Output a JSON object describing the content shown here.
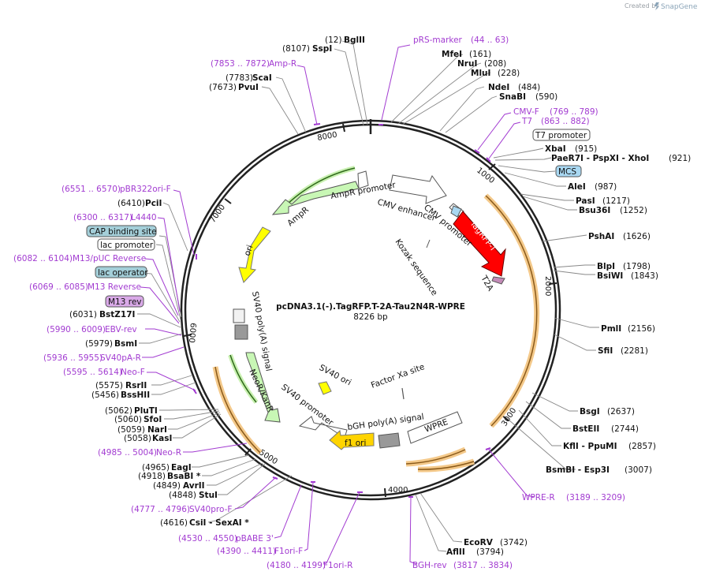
{
  "credit": {
    "prefix": "Created by",
    "brand": "SnapGene"
  },
  "plasmid": {
    "name": "pcDNA3.1(-).TagRFP.T-2A-Tau2N4R-WPRE",
    "size": "8226 bp"
  },
  "ticks": [
    "1000",
    "2000",
    "3000",
    "4000",
    "5000",
    "6000",
    "7000",
    "8000"
  ],
  "enzymes": [
    {
      "name": "BglII",
      "pos": "(12)"
    },
    {
      "name": "SspI",
      "pos": "(8107)"
    },
    {
      "name": "ScaI",
      "pos": "(7783)"
    },
    {
      "name": "PvuI",
      "pos": "(7673)"
    },
    {
      "name": "MfeI",
      "pos": "(161)"
    },
    {
      "name": "NruI",
      "pos": "(208)"
    },
    {
      "name": "MluI",
      "pos": "(228)"
    },
    {
      "name": "NdeI",
      "pos": "(484)"
    },
    {
      "name": "SnaBI",
      "pos": "(590)"
    },
    {
      "name": "XbaI",
      "pos": "(915)"
    },
    {
      "name": "PaeR7I - PspXI - XhoI",
      "pos": "(921)"
    },
    {
      "name": "AleI",
      "pos": "(987)"
    },
    {
      "name": "PasI",
      "pos": "(1217)"
    },
    {
      "name": "Bsu36I",
      "pos": "(1252)"
    },
    {
      "name": "PshAI",
      "pos": "(1626)"
    },
    {
      "name": "BlpI",
      "pos": "(1798)"
    },
    {
      "name": "BsiWI",
      "pos": "(1843)"
    },
    {
      "name": "PmlI",
      "pos": "(2156)"
    },
    {
      "name": "SfiI",
      "pos": "(2281)"
    },
    {
      "name": "BsgI",
      "pos": "(2637)"
    },
    {
      "name": "BstEII",
      "pos": "(2744)"
    },
    {
      "name": "KflI - PpuMI",
      "pos": "(2857)"
    },
    {
      "name": "BsmBI - Esp3I",
      "pos": "(3007)"
    },
    {
      "name": "EcoRV",
      "pos": "(3742)"
    },
    {
      "name": "AflII",
      "pos": "(3794)"
    },
    {
      "name": "PciI",
      "pos": "(6410)"
    },
    {
      "name": "BstZ17I",
      "pos": "(6031)"
    },
    {
      "name": "BsmI",
      "pos": "(5979)"
    },
    {
      "name": "RsrII",
      "pos": "(5575)"
    },
    {
      "name": "BssHII",
      "pos": "(5456)"
    },
    {
      "name": "PluTI",
      "pos": "(5062)"
    },
    {
      "name": "SfoI",
      "pos": "(5060)"
    },
    {
      "name": "NarI",
      "pos": "(5059)"
    },
    {
      "name": "KasI",
      "pos": "(5058)"
    },
    {
      "name": "EagI",
      "pos": "(4965)"
    },
    {
      "name": "BsaBI *",
      "pos": "(4918)"
    },
    {
      "name": "AvrII",
      "pos": "(4849)"
    },
    {
      "name": "StuI",
      "pos": "(4848)"
    },
    {
      "name": "CsiI - SexAI *",
      "pos": "(4616)"
    }
  ],
  "primers": [
    {
      "name": "pRS-marker",
      "range": "(44 .. 63)"
    },
    {
      "name": "Amp-R",
      "range": "(7853 .. 7872)"
    },
    {
      "name": "CMV-F",
      "range": "(769 .. 789)"
    },
    {
      "name": "T7",
      "range": "(863 .. 882)"
    },
    {
      "name": "pBR322ori-F",
      "range": "(6551 .. 6570)"
    },
    {
      "name": "L4440",
      "range": "(6300 .. 6317)"
    },
    {
      "name": "M13/pUC Reverse",
      "range": "(6082 .. 6104)"
    },
    {
      "name": "M13 Reverse",
      "range": "(6069 .. 6085)"
    },
    {
      "name": "EBV-rev",
      "range": "(5990 .. 6009)"
    },
    {
      "name": "SV40pA-R",
      "range": "(5936 .. 5955)"
    },
    {
      "name": "Neo-F",
      "range": "(5595 .. 5614)"
    },
    {
      "name": "Neo-R",
      "range": "(4985 .. 5004)"
    },
    {
      "name": "SV40pro-F",
      "range": "(4777 .. 4796)"
    },
    {
      "name": "pBABE 3'",
      "range": "(4530 .. 4550)"
    },
    {
      "name": "F1ori-F",
      "range": "(4390 .. 4411)"
    },
    {
      "name": "F1ori-R",
      "range": "(4180 .. 4199)"
    },
    {
      "name": "BGH-rev",
      "range": "(3817 .. 3834)"
    },
    {
      "name": "WPRE-R",
      "range": "(3189 .. 3209)"
    }
  ],
  "boxed": [
    {
      "name": "T7 promoter"
    },
    {
      "name": "MCS"
    },
    {
      "name": "CAP binding site"
    },
    {
      "name": "lac promoter"
    },
    {
      "name": "lac operator"
    },
    {
      "name": "M13 rev"
    }
  ],
  "features": [
    {
      "name": "AmpR promoter"
    },
    {
      "name": "CMV enhancer"
    },
    {
      "name": "CMV promoter"
    },
    {
      "name": "TagRFP-T"
    },
    {
      "name": "T2A"
    },
    {
      "name": "Kozak sequence"
    },
    {
      "name": "AmpR"
    },
    {
      "name": "ori"
    },
    {
      "name": "SV40 poly(A) signal"
    },
    {
      "name": "NeoR/KanR"
    },
    {
      "name": "SV40 promoter"
    },
    {
      "name": "SV40 ori"
    },
    {
      "name": "f1 ori"
    },
    {
      "name": "bGH poly(A) signal"
    },
    {
      "name": "Factor Xa site"
    },
    {
      "name": "WPRE"
    }
  ]
}
